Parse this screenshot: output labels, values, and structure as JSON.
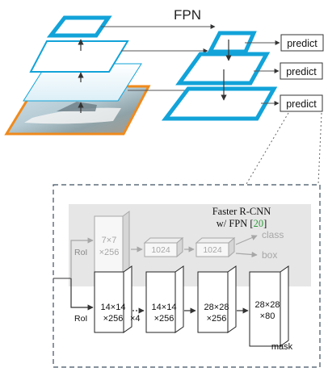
{
  "title": "FPN",
  "predict": [
    "predict",
    "predict",
    "predict"
  ],
  "head": {
    "caption_line1": "Faster R-CNN",
    "caption_line2_prefix": "w/ FPN [",
    "caption_ref": "20",
    "caption_line2_suffix": "]",
    "roi_top": "RoI",
    "roi_bottom": "RoI",
    "box_7x7_line1": "7×7",
    "box_7x7_line2": "×256",
    "fc1": "1024",
    "fc2": "1024",
    "out_class": "class",
    "out_box": "box",
    "m1_line1": "14×14",
    "m1_line2": "×256",
    "times4": "×4",
    "m2_line1": "14×14",
    "m2_line2": "×256",
    "m3_line1": "28×28",
    "m3_line2": "×256",
    "m4_line1": "28×28",
    "m4_line2": "×80",
    "mask": "mask"
  },
  "colors": {
    "fpn_blue": "#12a3d9",
    "image_border": "#f08a1c",
    "gray_box": "#e6e6e6",
    "gray_text": "#a7a7a7",
    "ref_green": "#2e9a3a",
    "dashed_frame": "#3f4f61"
  }
}
